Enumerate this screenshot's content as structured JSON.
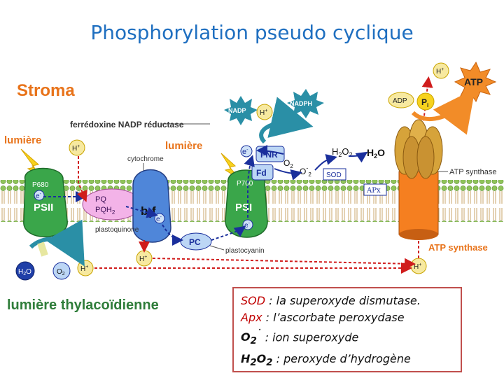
{
  "title": "Phosphorylation pseudo cyclique",
  "diagram": {
    "stroma": "Stroma",
    "lumiere_left": "lumière",
    "lumiere_mid": "lumière",
    "lumen": "lumière thylacoïdienne",
    "fnr_enzyme": "ferrédoxine NADP réductase",
    "cytochrome": "cytochrome",
    "plastoquinone": "plastoquinone",
    "plastocyanin": "plastocyanin",
    "atp_synthase_top": "ATP synthase",
    "atp_synthase_bottom": "ATP synthase",
    "p680": "P680",
    "p700": "P700",
    "psii": "PSII",
    "psi": "PSI",
    "b6f_b": "b",
    "b6f_sub": "6",
    "b6f_f": "f",
    "pq": "PQ",
    "pqh2": "PQH",
    "pqh2_sub": "2",
    "pc": "PC",
    "fd": "Fd",
    "fnr": "FNR",
    "nadp": "NADP",
    "nadph": "NADPH",
    "adp": "ADP",
    "pi": "P",
    "pi_sub": "i",
    "atp": "ATP",
    "h_plus": "H",
    "h_plus_sup": "+",
    "e": "e",
    "e_sup": "-",
    "o2": "O",
    "o2_sub": "2",
    "o2_minus_sup": "-",
    "h2o": "H",
    "h2o_sub": "2",
    "h2o_o": "O",
    "h2o2_h": "H",
    "h2o2_sub1": "2",
    "h2o2_o": "O",
    "h2o2_sub2": "2",
    "sod_box": "SOD",
    "apx_box": "APx",
    "h2o_right_h": "H",
    "h2o_right_sub": "2",
    "h2o_right_o": "O"
  },
  "legend": {
    "row1_abbr": "SOD",
    "row1_text": " : la superoxyde dismutase.",
    "row2_abbr": "Apx",
    "row2_text": " : l’ascorbate peroxydase",
    "row3_abbr": "O",
    "row3_sub": "2",
    "row3_sup": "˙",
    "row3_text": " : ion superoxyde",
    "row4_h": "H",
    "row4_sub1": "2",
    "row4_o": "O",
    "row4_sub2": "2",
    "row4_text": " :  peroxyde d’hydrogène"
  },
  "colors": {
    "title": "#1f6fc0",
    "orange_label": "#e8731a",
    "photosystem_green": "#3aa64a",
    "cytochrome_blue": "#4f86d9",
    "pq_pink": "#f3b3e8",
    "pc_blue": "#bcd6f5",
    "fd_blue": "#bcd6f5",
    "atp_orange": "#f28c28",
    "atp_synthase_orange": "#f57f20",
    "electron_arrow": "#1a2f9c",
    "proton_arrow": "#d01c1c",
    "membrane_green": "#8fc35a",
    "legend_border": "#c0504d",
    "legend_abbr": "#c00000"
  }
}
